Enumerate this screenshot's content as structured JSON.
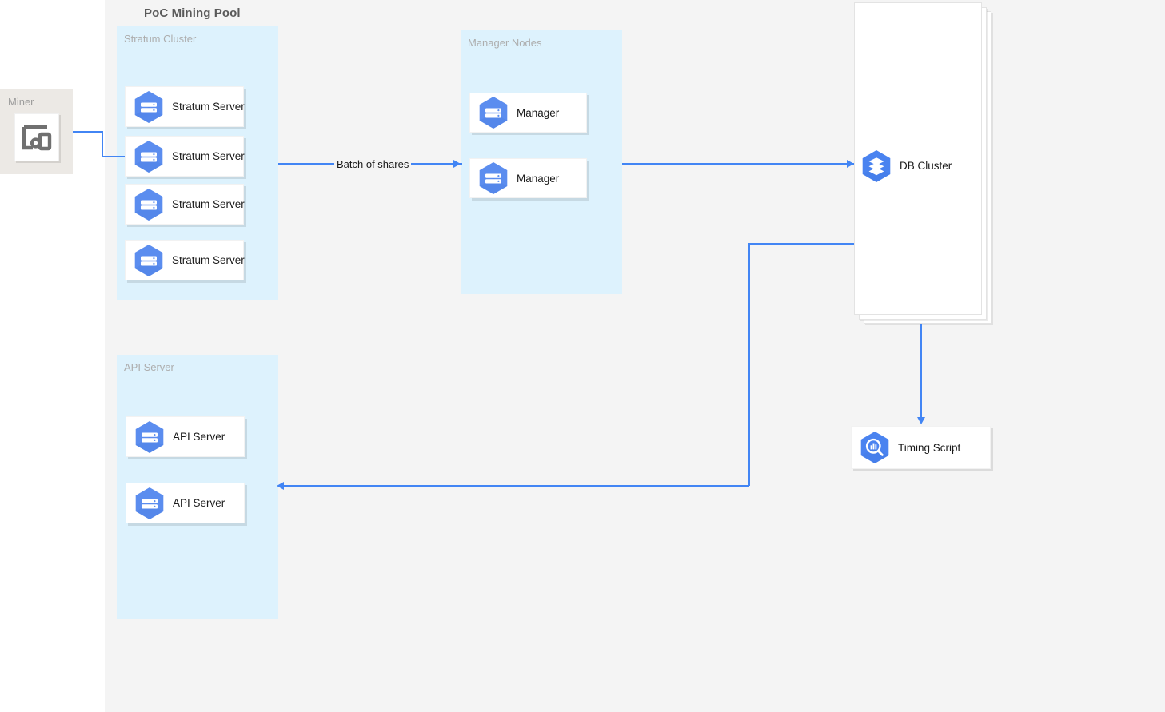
{
  "diagram": {
    "title": "PoC Mining Pool",
    "accent_color": "#4285f4",
    "panel_color": "#ddf2fd",
    "group_color": "#f4f4f4",
    "miner_group_color": "#ece9e5"
  },
  "miner_group": {
    "title": "Miner",
    "icon": "devices-icon"
  },
  "panels": [
    {
      "id": "stratum",
      "title": "Stratum Cluster"
    },
    {
      "id": "manager",
      "title": "Manager Nodes"
    },
    {
      "id": "api",
      "title": "API Server"
    }
  ],
  "nodes": {
    "stratum_servers": [
      {
        "label": "Stratum Server",
        "icon": "server-icon"
      },
      {
        "label": "Stratum Server",
        "icon": "server-icon"
      },
      {
        "label": "Stratum Server",
        "icon": "server-icon"
      },
      {
        "label": "Stratum Server",
        "icon": "server-icon"
      }
    ],
    "managers": [
      {
        "label": "Manager",
        "icon": "server-icon"
      },
      {
        "label": "Manager",
        "icon": "server-icon"
      }
    ],
    "api_servers": [
      {
        "label": "API Server",
        "icon": "server-icon"
      },
      {
        "label": "API Server",
        "icon": "server-icon"
      }
    ],
    "db_cluster": {
      "label": "DB Cluster",
      "icon": "layers-icon"
    },
    "timing_script": {
      "label": "Timing Script",
      "icon": "monitoring-magnifier-icon"
    }
  },
  "edges": [
    {
      "id": "miner-to-stratum",
      "label": ""
    },
    {
      "id": "stratum-to-manager",
      "label": "Batch of shares"
    },
    {
      "id": "manager-to-db",
      "label": ""
    },
    {
      "id": "db-to-timing",
      "label": ""
    },
    {
      "id": "db-to-api",
      "label": ""
    }
  ]
}
